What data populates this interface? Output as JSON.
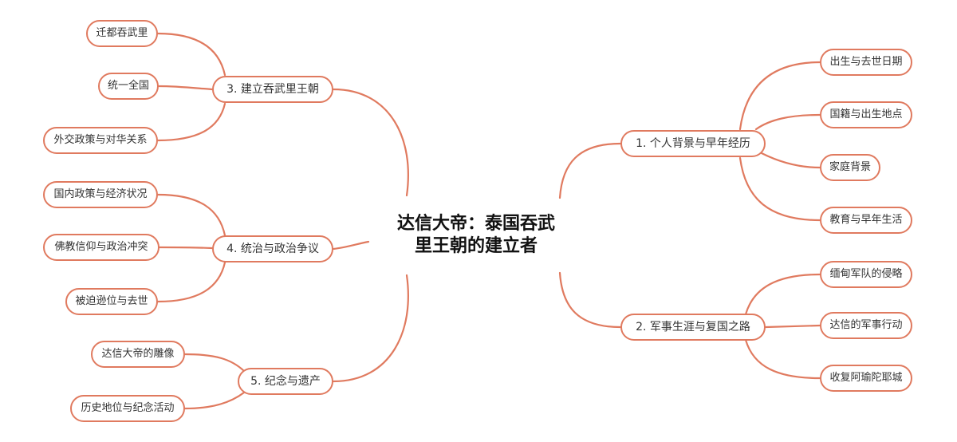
{
  "root": {
    "line1": "达信大帝：泰国吞武",
    "line2": "里王朝的建立者"
  },
  "branches": {
    "b1": {
      "label": "1. 个人背景与早年经历",
      "children": [
        "出生与去世日期",
        "国籍与出生地点",
        "家庭背景",
        "教育与早年生活"
      ]
    },
    "b2": {
      "label": "2. 军事生涯与复国之路",
      "children": [
        "缅甸军队的侵略",
        "达信的军事行动",
        "收复阿瑜陀耶城"
      ]
    },
    "b3": {
      "label": "3. 建立吞武里王朝",
      "children": [
        "迁都吞武里",
        "统一全国",
        "外交政策与对华关系"
      ]
    },
    "b4": {
      "label": "4. 统治与政治争议",
      "children": [
        "国内政策与经济状况",
        "佛教信仰与政治冲突",
        "被迫逊位与去世"
      ]
    },
    "b5": {
      "label": "5. 纪念与遗产",
      "children": [
        "达信大帝的雕像",
        "历史地位与纪念活动"
      ]
    }
  },
  "colors": {
    "connector": "#E07A5F",
    "node_border": "#E07A5F",
    "text": "#333333",
    "root_text": "#111111"
  }
}
